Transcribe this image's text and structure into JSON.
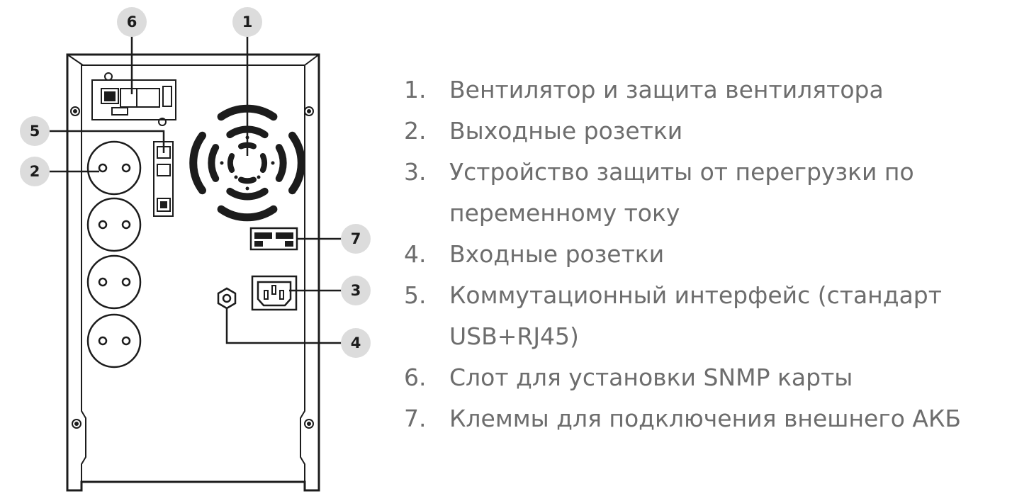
{
  "callouts": [
    {
      "id": "1",
      "label": "1"
    },
    {
      "id": "2",
      "label": "2"
    },
    {
      "id": "3",
      "label": "3"
    },
    {
      "id": "4",
      "label": "4"
    },
    {
      "id": "5",
      "label": "5"
    },
    {
      "id": "6",
      "label": "6"
    },
    {
      "id": "7",
      "label": "7"
    }
  ],
  "legend": [
    {
      "num": "1.",
      "lines": [
        "Вентилятор и защита вентилятора"
      ]
    },
    {
      "num": "2.",
      "lines": [
        "Выходные розетки"
      ]
    },
    {
      "num": "3.",
      "lines": [
        "Устройство защиты от перегрузки по",
        "переменному току"
      ]
    },
    {
      "num": "4.",
      "lines": [
        "Входные розетки"
      ]
    },
    {
      "num": "5.",
      "lines": [
        "Коммутационный интерфейс (стандарт",
        "USB+RJ45)"
      ]
    },
    {
      "num": "6.",
      "lines": [
        "Слот для установки SNMP карты"
      ]
    },
    {
      "num": "7.",
      "lines": [
        "Клеммы для подключения внешнего АКБ"
      ]
    }
  ],
  "colors": {
    "badge": "#dcdcdc",
    "line": "#1c1c1c",
    "text": "#6d6d6d"
  }
}
